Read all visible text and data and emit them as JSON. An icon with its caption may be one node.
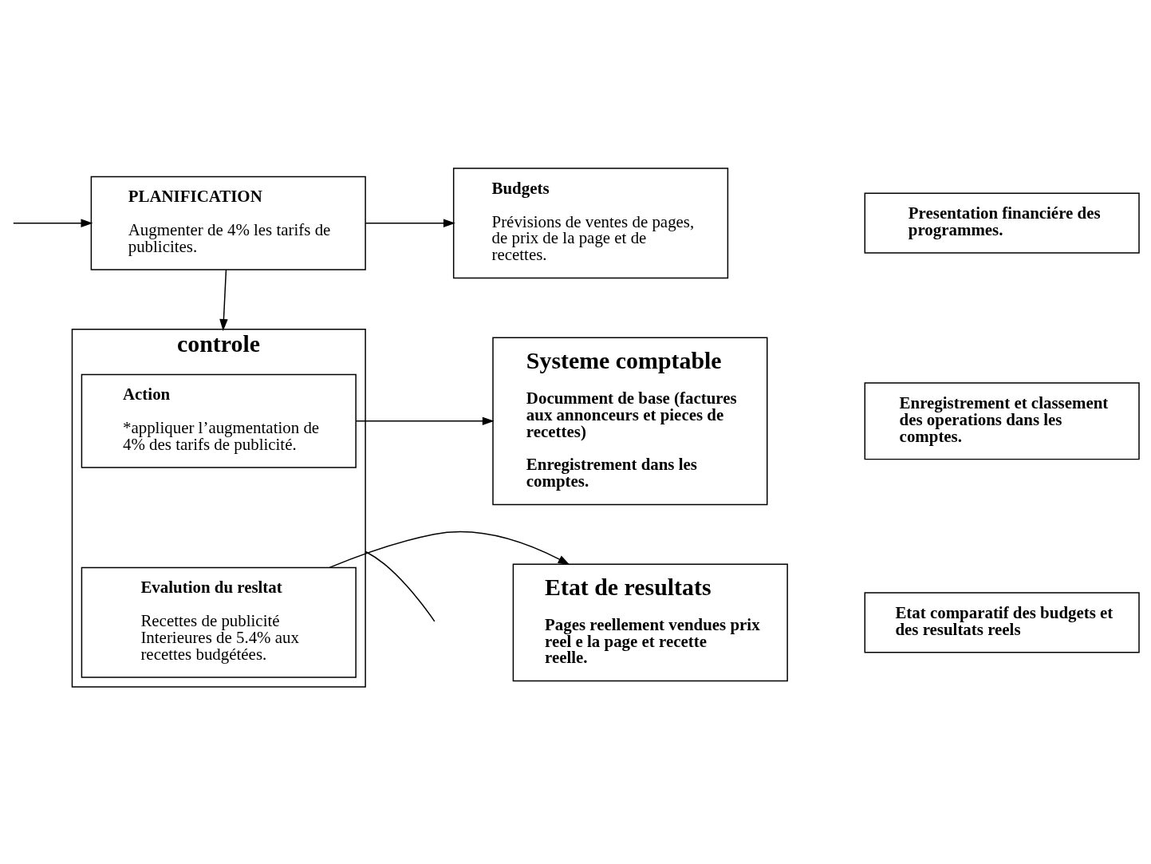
{
  "diagram": {
    "nodes": [
      {
        "text": [
          "PLANIFICATION",
          "Augmenter de 4% les tarifs de publicites."
        ]
      },
      {
        "text": [
          "Budgets",
          "Prévisions de ventes de pages, de prix de la page et de recettes."
        ]
      },
      {
        "text": [
          "Presentation financiére des programmes."
        ]
      },
      {
        "text": [
          "controle"
        ]
      },
      {
        "text": [
          "Action",
          "*appliquer l’augmentation de 4% des tarifs de publicité."
        ],
        "in": 3
      },
      {
        "text": [
          "Systeme comptable",
          "Documment de base (factures aux annonceurs et pieces de recettes)",
          "Enregistrement dans les comptes."
        ]
      },
      {
        "text": [
          "Enregistrement et classement des operations dans les comptes."
        ]
      },
      {
        "text": [
          "Evalution du resltat",
          "Recettes de publicité Interieures de 5.4% aux recettes budgétées."
        ],
        "in": 3
      },
      {
        "text": [
          "Etat de resultats",
          "Pages reellement vendues prix reel e la page et recette reelle."
        ]
      },
      {
        "text": [
          "Etat comparatif des budgets et des resultats reels"
        ]
      }
    ],
    "edges": [
      {
        "from": null,
        "to": 0,
        "arrow": "to"
      },
      {
        "from": 0,
        "to": 1,
        "arrow": "to"
      },
      {
        "from": 0,
        "to": 3,
        "arrow": "to"
      },
      {
        "from": 4,
        "to": 5,
        "arrow": "to"
      },
      {
        "from": 7,
        "to": 8,
        "arrow": "to"
      },
      {
        "from": 3,
        "to": null,
        "arrow": "none"
      }
    ]
  }
}
